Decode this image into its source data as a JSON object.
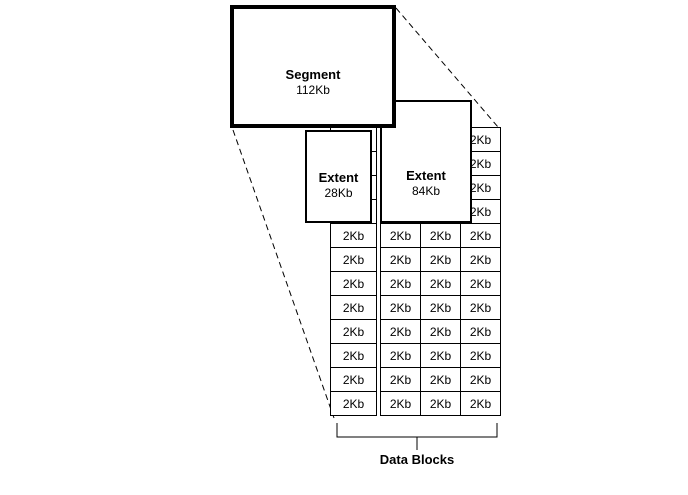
{
  "segment": {
    "label": "Segment",
    "size": "112Kb"
  },
  "extents": [
    {
      "label": "Extent",
      "size": "28Kb"
    },
    {
      "label": "Extent",
      "size": "84Kb"
    }
  ],
  "blocks": {
    "cell_label": "2Kb",
    "left_hidden_column": {
      "rows": 4,
      "cols": 1
    },
    "left_column": {
      "rows": 8,
      "cols": 1
    },
    "right_top_column": {
      "rows": 4,
      "cols": 1
    },
    "right_grid": {
      "rows": 8,
      "cols": 3
    }
  },
  "caption": "Data Blocks",
  "colors": {
    "line": "#000000",
    "background": "#ffffff"
  }
}
